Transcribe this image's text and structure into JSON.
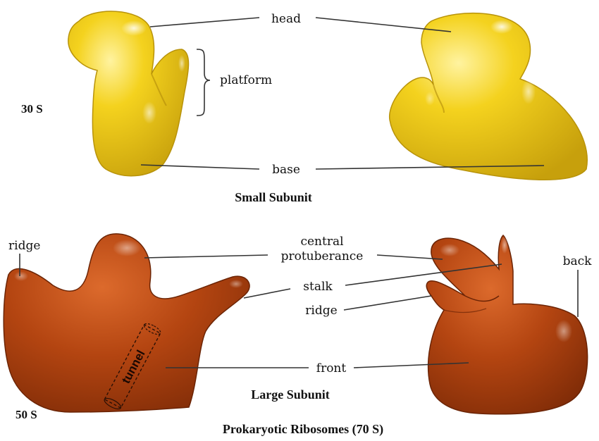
{
  "sedimentation": {
    "small": "30 S",
    "large": "50 S"
  },
  "small_subunit": {
    "title": "Small Subunit",
    "labels": {
      "head": "head",
      "platform": "platform",
      "base": "base"
    }
  },
  "large_subunit": {
    "title": "Large Subunit",
    "labels": {
      "ridge_left": "ridge",
      "central_line1": "central",
      "central_line2": "protuberance",
      "stalk": "stalk",
      "ridge_right": "ridge",
      "back": "back",
      "front": "front",
      "tunnel": "tunnel"
    }
  },
  "caption": "Prokaryotic Ribosomes (70 S)",
  "colors": {
    "small_fill": "#f2cc1c",
    "small_shade": "#c9a20e",
    "large_fill": "#b54712",
    "large_shade": "#7e2c07"
  }
}
